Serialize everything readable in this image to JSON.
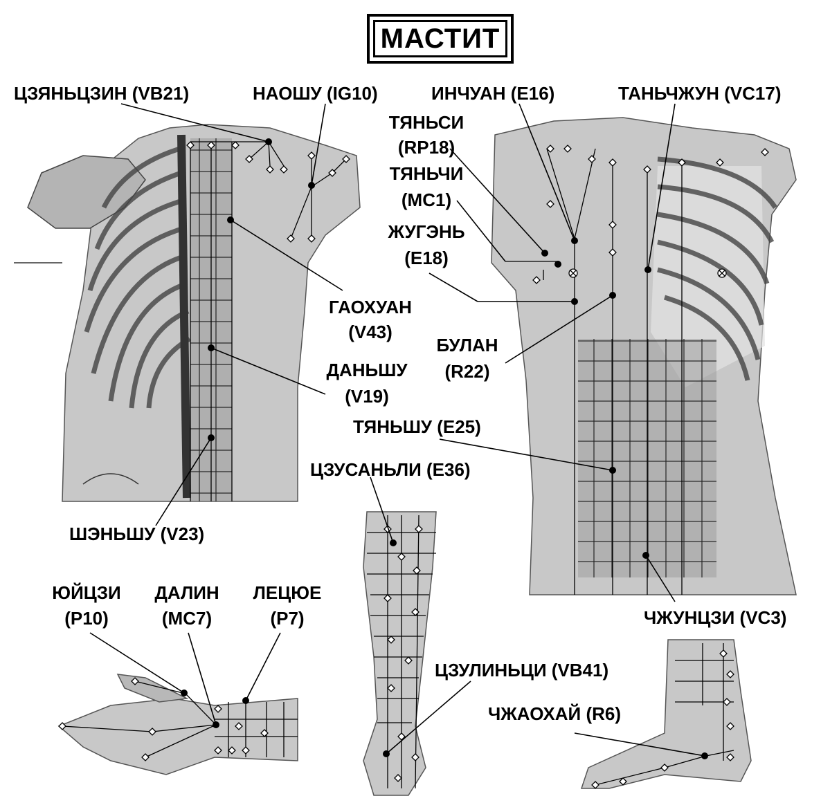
{
  "title": "МАСТИТ",
  "points": {
    "vb21": "ЦЗЯНЬЦЗИН (VB21)",
    "ig10": "НАОШУ (IG10)",
    "e16": "ИНЧУАН (E16)",
    "vc17": "ТАНЬЧЖУН (VC17)",
    "rp18_name": "ТЯНЬСИ",
    "rp18_code": "(RP18)",
    "mc1_name": "ТЯНЬЧИ",
    "mc1_code": "(MC1)",
    "e18_name": "ЖУГЭНЬ",
    "e18_code": "(E18)",
    "v43_name": "ГАОХУАН",
    "v43_code": "(V43)",
    "r22_name": "БУЛАН",
    "r22_code": "(R22)",
    "v19_name": "ДАНЬШУ",
    "v19_code": "(V19)",
    "e25": "ТЯНЬШУ (E25)",
    "e36": "ЦЗУСАНЬЛИ (E36)",
    "v23": "ШЭНЬШУ (V23)",
    "p10_name": "ЮЙЦЗИ",
    "p10_code": "(P10)",
    "mc7_name": "ДАЛИН",
    "mc7_code": "(MC7)",
    "p7_name": "ЛЕЦЮЕ",
    "p7_code": "(P7)",
    "vc3": "ЧЖУНЦЗИ (VC3)",
    "vb41": "ЦЗУЛИНЬЦИ (VB41)",
    "r6": "ЧЖАОХАЙ (R6)"
  }
}
